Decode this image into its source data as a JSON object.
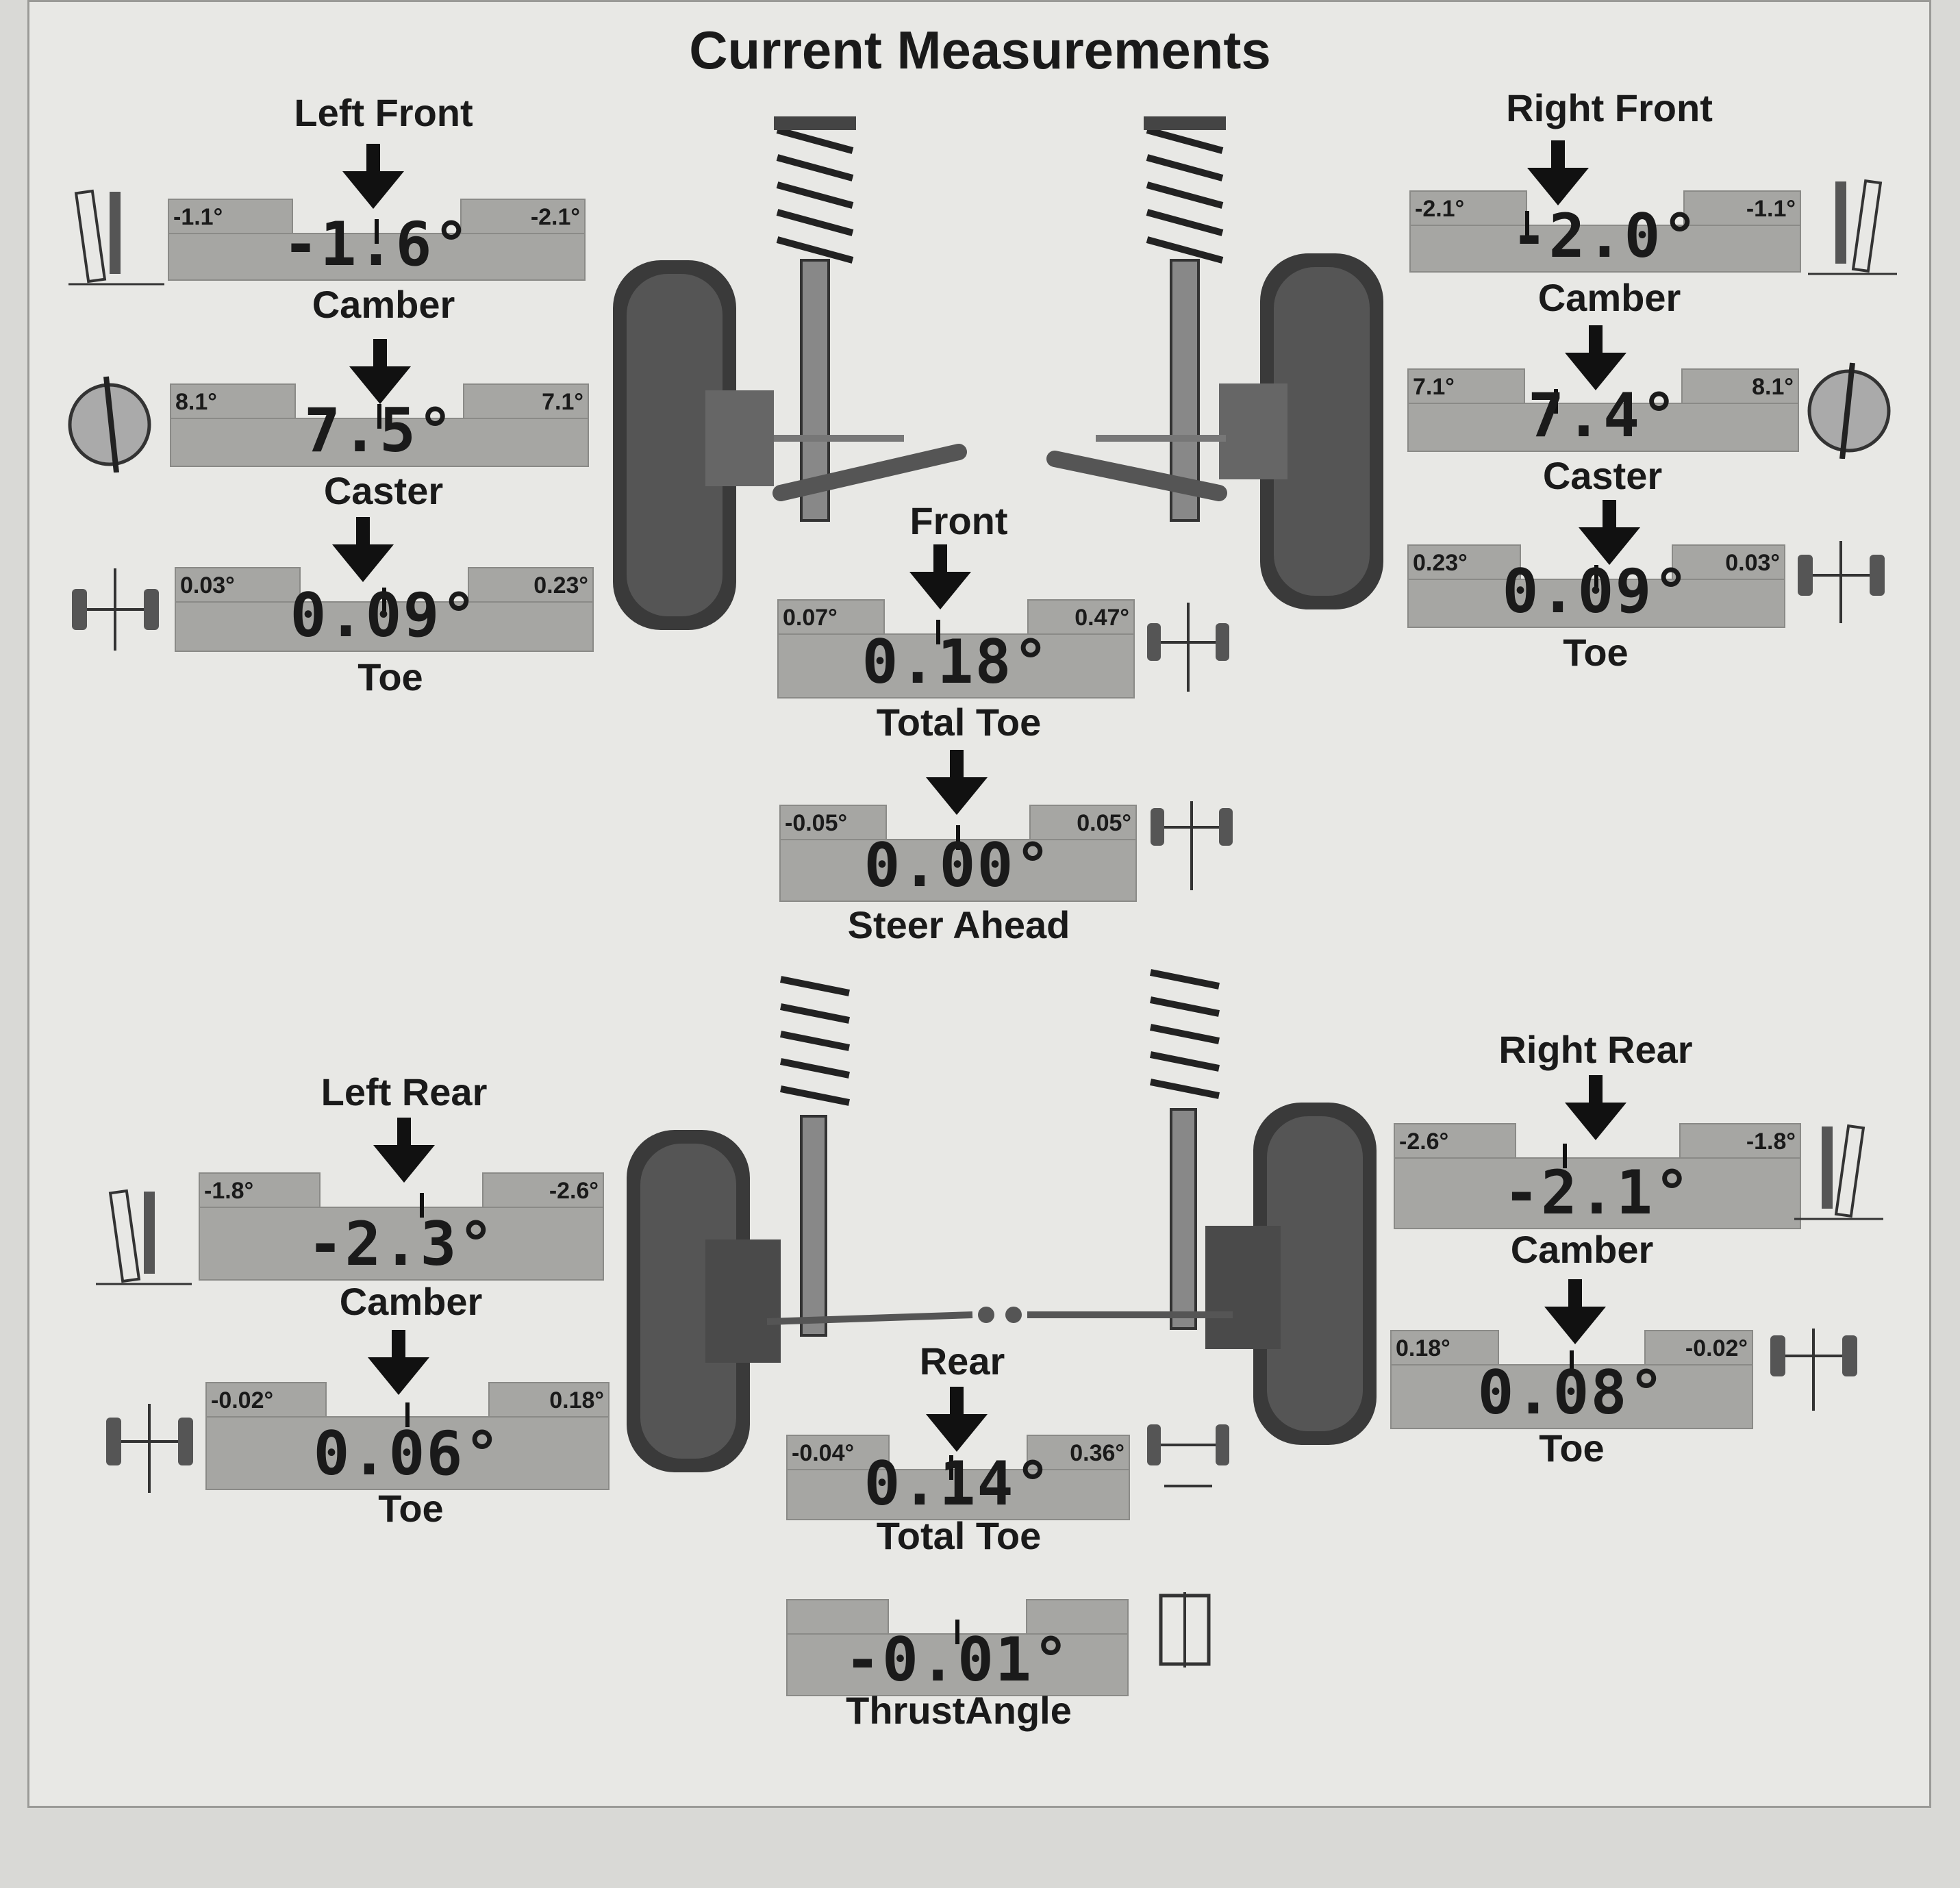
{
  "title": "Current Measurements",
  "left_front": {
    "heading": "Left Front",
    "camber": {
      "label": "Camber",
      "lo": "-1.1°",
      "hi": "-2.1°",
      "value": "-1.6°"
    },
    "caster": {
      "label": "Caster",
      "lo": "8.1°",
      "hi": "7.1°",
      "value": "7.5°"
    },
    "toe": {
      "label": "Toe",
      "lo": "0.03°",
      "hi": "0.23°",
      "value": "0.09°"
    }
  },
  "right_front": {
    "heading": "Right Front",
    "camber": {
      "label": "Camber",
      "lo": "-2.1°",
      "hi": "-1.1°",
      "value": "-2.0°"
    },
    "caster": {
      "label": "Caster",
      "lo": "7.1°",
      "hi": "8.1°",
      "value": "7.4°"
    },
    "toe": {
      "label": "Toe",
      "lo": "0.23°",
      "hi": "0.03°",
      "value": "0.09°"
    }
  },
  "front_axle": {
    "heading": "Front",
    "total_toe": {
      "label": "Total Toe",
      "lo": "0.07°",
      "hi": "0.47°",
      "value": "0.18°"
    },
    "steer_ahead": {
      "label": "Steer Ahead",
      "lo": "-0.05°",
      "hi": "0.05°",
      "value": "0.00°"
    }
  },
  "left_rear": {
    "heading": "Left Rear",
    "camber": {
      "label": "Camber",
      "lo": "-1.8°",
      "hi": "-2.6°",
      "value": "-2.3°"
    },
    "toe": {
      "label": "Toe",
      "lo": "-0.02°",
      "hi": "0.18°",
      "value": "0.06°"
    }
  },
  "right_rear": {
    "heading": "Right Rear",
    "camber": {
      "label": "Camber",
      "lo": "-2.6°",
      "hi": "-1.8°",
      "value": "-2.1°"
    },
    "toe": {
      "label": "Toe",
      "lo": "0.18°",
      "hi": "-0.02°",
      "value": "0.08°"
    }
  },
  "rear_axle": {
    "heading": "Rear",
    "total_toe": {
      "label": "Total Toe",
      "lo": "-0.04°",
      "hi": "0.36°",
      "value": "0.14°"
    },
    "thrust_angle": {
      "label": "ThrustAngle",
      "value": "-0.01°"
    }
  },
  "colors": {
    "paper": "#e8e8e5",
    "meter": "#a6a6a3",
    "ink": "#1a1a1a"
  }
}
